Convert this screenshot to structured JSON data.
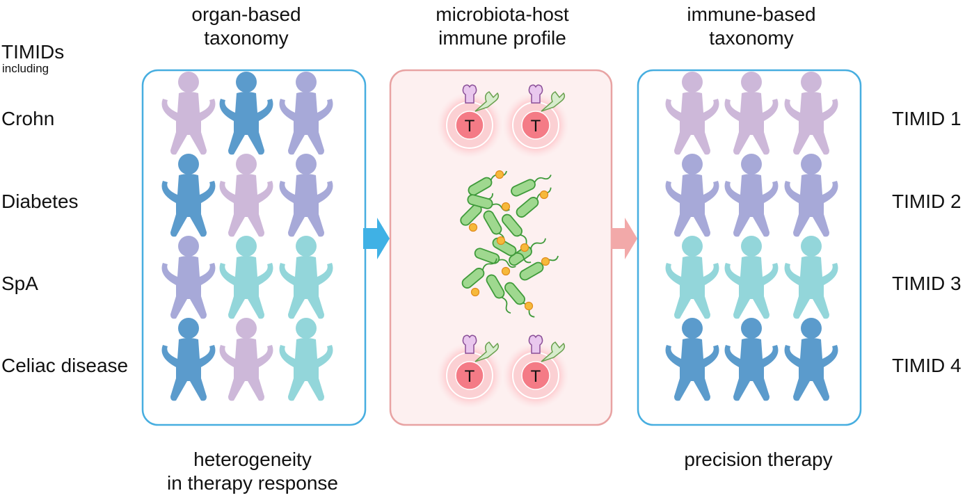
{
  "headings": {
    "left": [
      "organ-based",
      "taxonomy"
    ],
    "middle": [
      "microbiota-host",
      "immune profile"
    ],
    "right": [
      "immune-based",
      "taxonomy"
    ]
  },
  "group_title": "TIMIDs",
  "group_subtitle": "including",
  "diseases": [
    "Crohn",
    "Diabetes",
    "SpA",
    "Celiac disease"
  ],
  "timids": [
    "TIMID 1",
    "TIMID 2",
    "TIMID 3",
    "TIMID 4"
  ],
  "t_cell_label": "T",
  "footers": {
    "left": [
      "heterogeneity",
      "in therapy response"
    ],
    "right": [
      "precision therapy"
    ]
  },
  "colors": {
    "dark_blue": "#5b9bcc",
    "purple": "#a7a9d8",
    "lilac": "#cdb8d9",
    "teal": "#93d6da",
    "panel_blue": "#47aee0",
    "panel_pink_border": "#e8a3a3",
    "panel_pink_fill": "#fdf0f0",
    "arrow_blue": "#3fb1e5",
    "arrow_pink": "#f2a9a9",
    "bacteria_fill": "#9fd88f",
    "bacteria_stroke": "#3f9a3a",
    "metabolite": "#f6b93b"
  },
  "left_grid": [
    [
      "lilac",
      "dark_blue",
      "purple"
    ],
    [
      "dark_blue",
      "lilac",
      "purple"
    ],
    [
      "purple",
      "teal",
      "teal"
    ],
    [
      "dark_blue",
      "lilac",
      "teal"
    ]
  ],
  "right_grid": [
    [
      "lilac",
      "lilac",
      "lilac"
    ],
    [
      "purple",
      "purple",
      "purple"
    ],
    [
      "teal",
      "teal",
      "teal"
    ],
    [
      "dark_blue",
      "dark_blue",
      "dark_blue"
    ]
  ]
}
